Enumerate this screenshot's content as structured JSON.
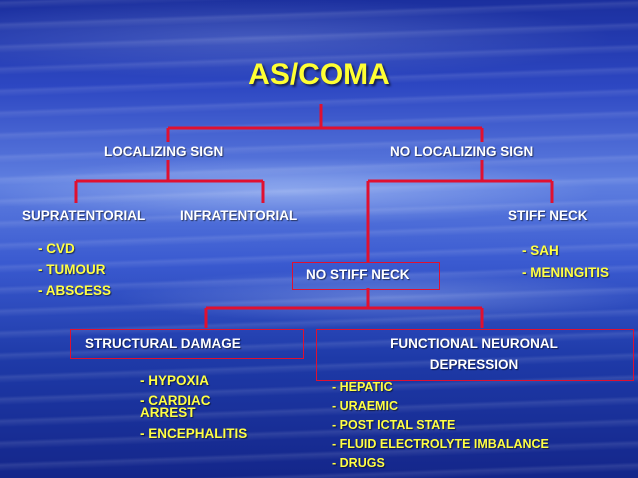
{
  "title": "AS/COMA",
  "nodes": {
    "localizing": "LOCALIZING SIGN",
    "no_localizing": "NO LOCALIZING SIGN",
    "supratentorial": "SUPRATENTORIAL",
    "infratentorial": "INFRATENTORIAL",
    "stiff_neck": "STIFF NECK",
    "no_stiff_neck": "NO STIFF NECK",
    "structural": "STRUCTURAL DAMAGE",
    "functional_line1": "FUNCTIONAL NEURONAL",
    "functional_line2": "DEPRESSION"
  },
  "lists": {
    "supratentorial_causes": [
      "- CVD",
      "- TUMOUR",
      "- ABSCESS"
    ],
    "stiff_neck_causes": [
      "- SAH",
      "- MENINGITIS"
    ],
    "structural_causes": [
      "- HYPOXIA",
      "- CARDIAC ARREST",
      "- ENCEPHALITIS"
    ],
    "functional_causes": [
      "- HEPATIC",
      "- URAEMIC",
      "- POST ICTAL STATE",
      "- FLUID ELECTROLYTE IMBALANCE",
      "- DRUGS"
    ]
  },
  "colors": {
    "connector": "#e01030",
    "title_text": "#ffff33",
    "cause_text": "#ffff44",
    "node_text": "#ffffff"
  }
}
